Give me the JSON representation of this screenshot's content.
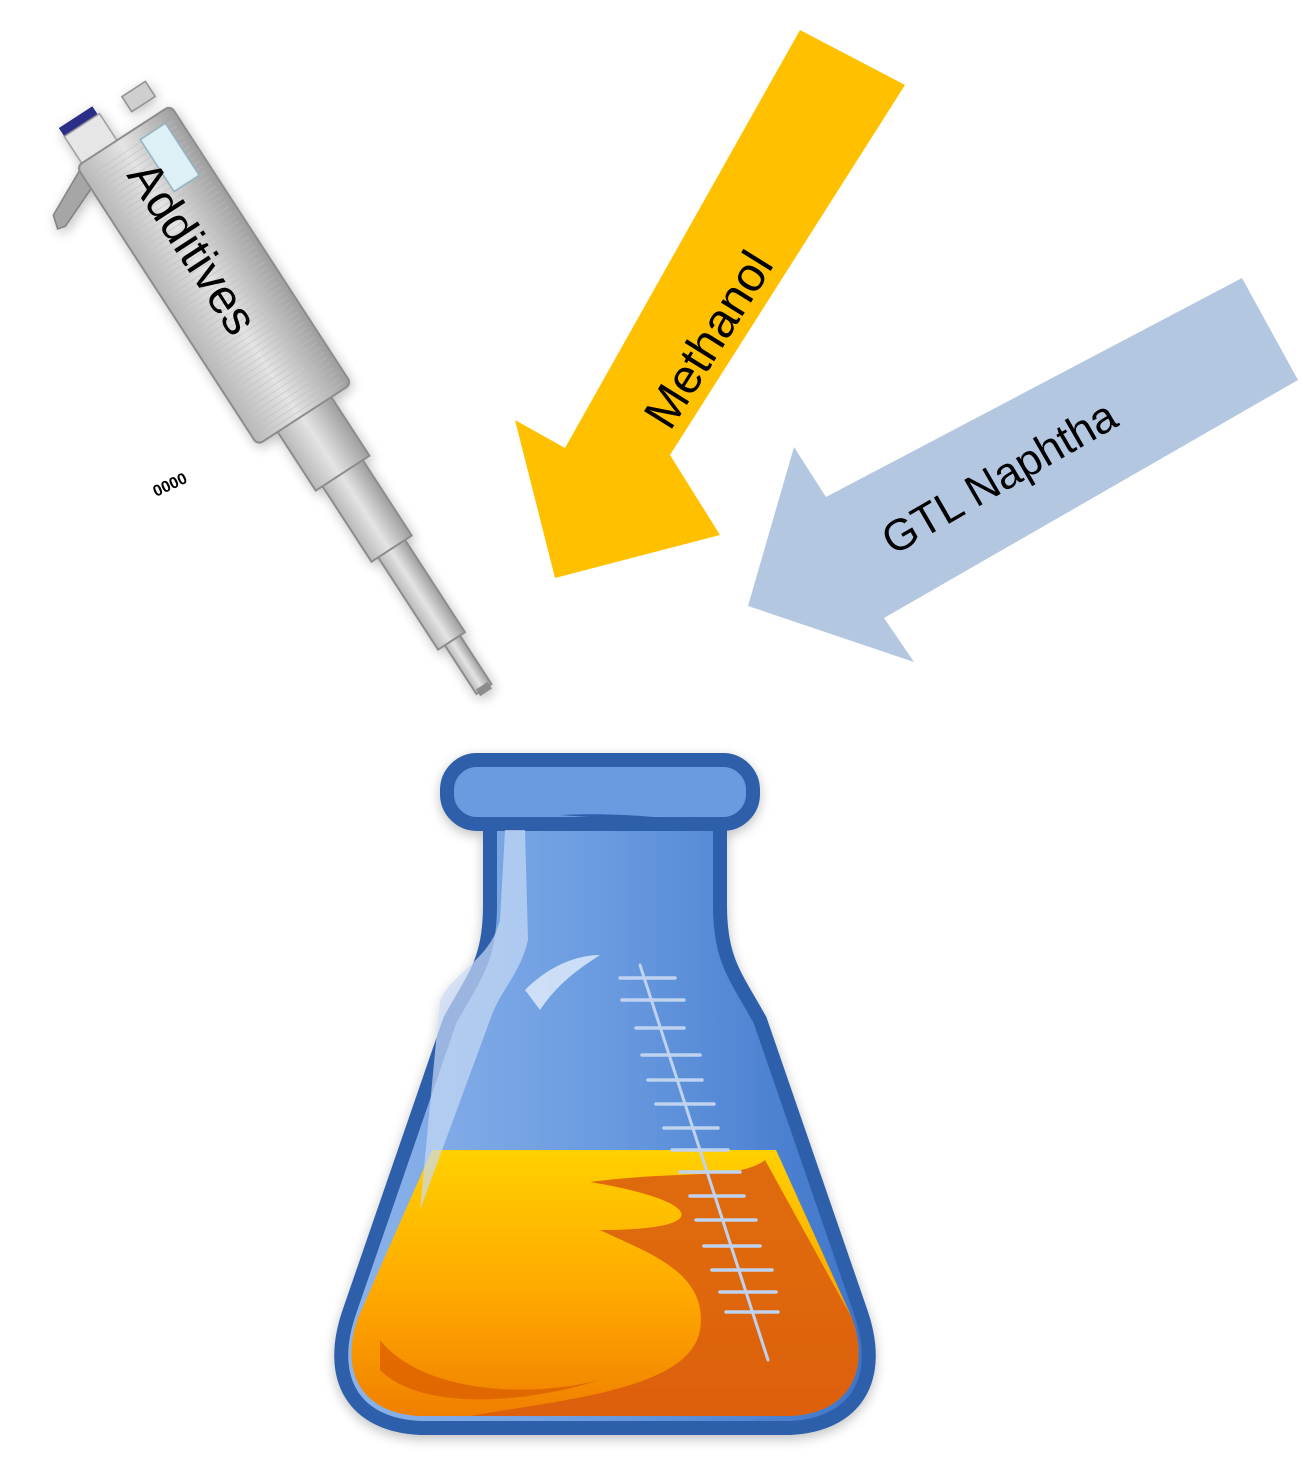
{
  "labels": {
    "pipette": "Additives",
    "arrow_methanol": "Methanol",
    "arrow_naphtha": "GTL Naphtha",
    "pipette_display": "0000"
  },
  "icons": {
    "pipette": "pipette-icon",
    "flask": "erlenmeyer-flask-icon",
    "methanol_arrow": "arrow-down-left-icon",
    "naphtha_arrow": "arrow-left-icon"
  },
  "colors": {
    "methanol_arrow": "#FFC000",
    "naphtha_arrow": "#B4C7E0",
    "flask_glass": "#5B8DD6",
    "flask_outline": "#2F5EAA",
    "liquid_light": "#FFC400",
    "liquid_dark": "#E0640A",
    "pipette_body": "#D9D9D9"
  }
}
